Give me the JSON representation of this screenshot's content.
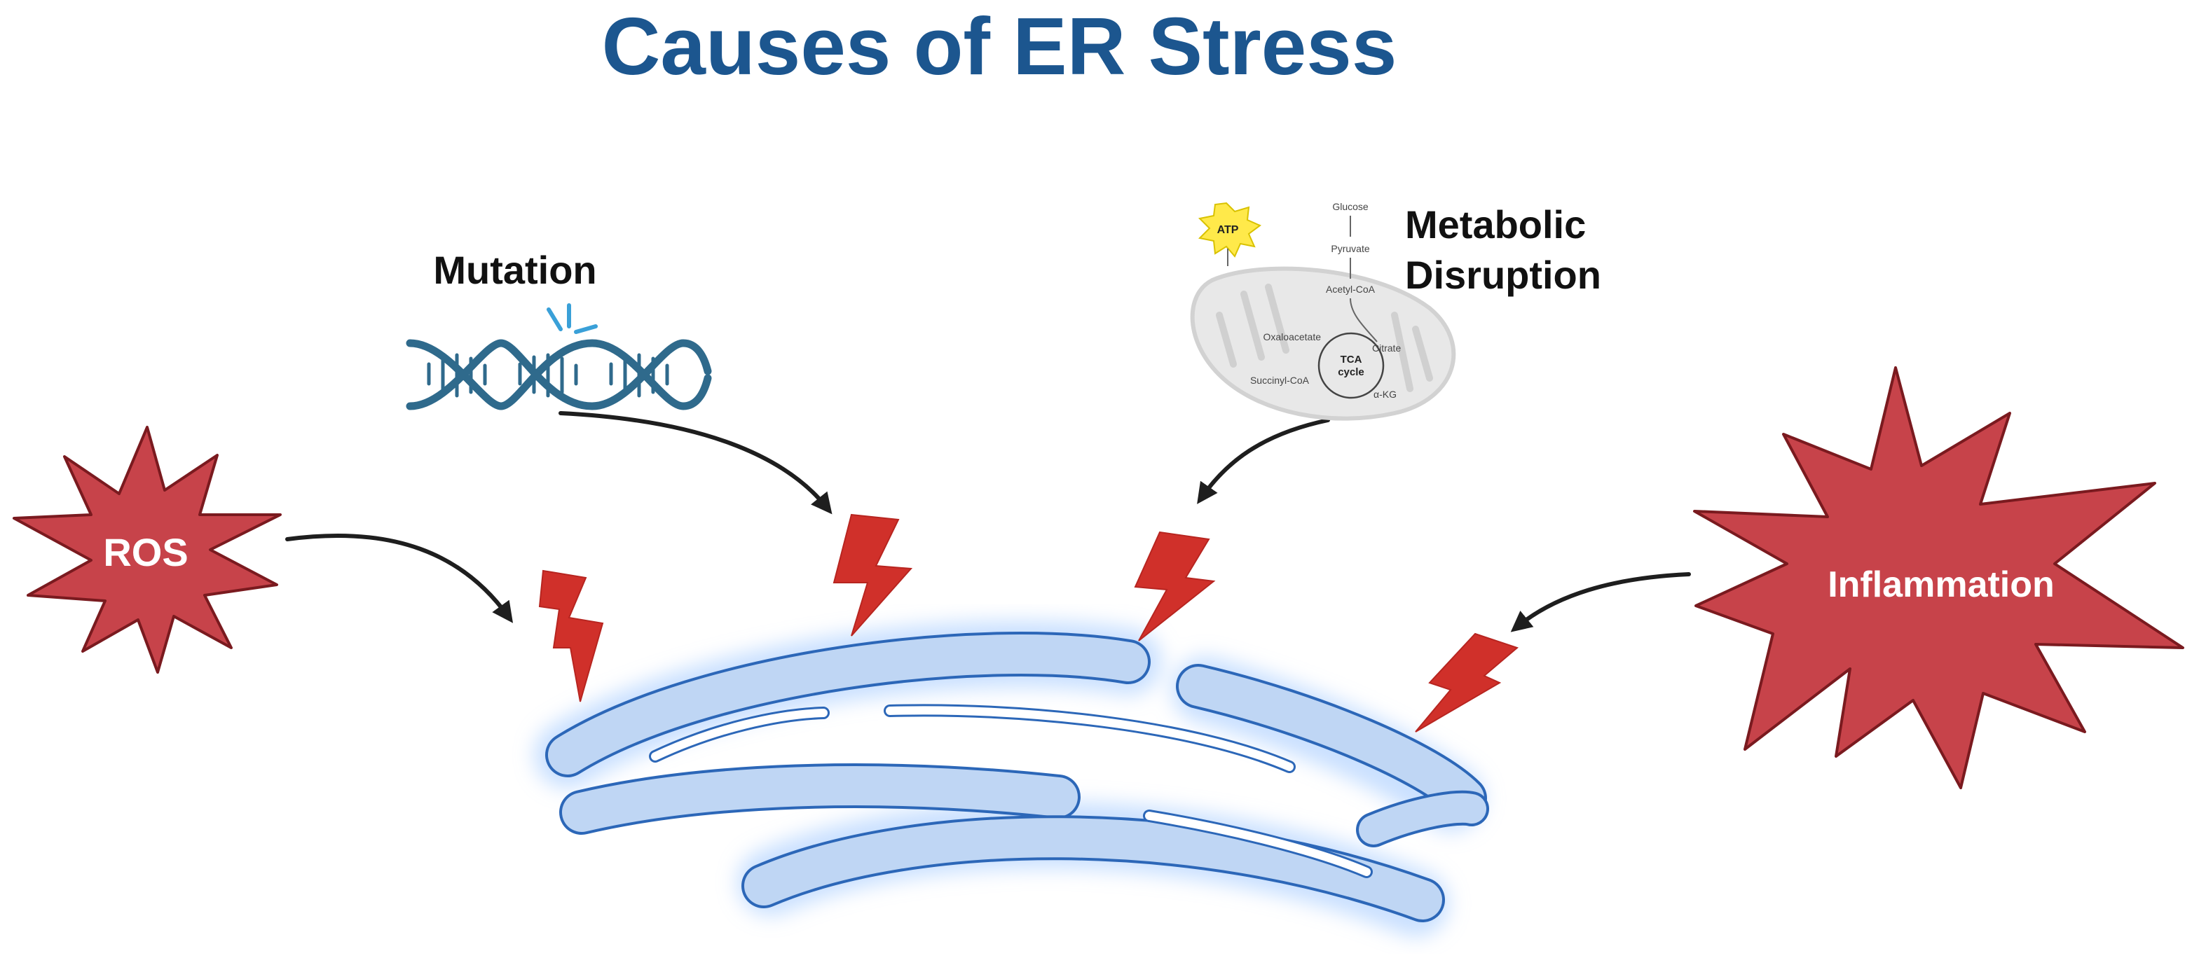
{
  "title": "Causes of ER Stress",
  "causes": {
    "ros": "ROS",
    "mutation": "Mutation",
    "metabolic_line1": "Metabolic",
    "metabolic_line2": "Disruption",
    "inflammation": "Inflammation"
  },
  "tca_inset": {
    "atp": "ATP",
    "glucose": "Glucose",
    "pyruvate": "Pyruvate",
    "acetyl_coa": "Acetyl-CoA",
    "oxaloacetate": "Oxaloacetate",
    "citrate": "Citrate",
    "tca_line1": "TCA",
    "tca_line2": "cycle",
    "succinyl_coa": "Succinyl-CoA",
    "akg": "α-KG"
  },
  "colors": {
    "title": "#1c568f",
    "burst_fill": "#c7434a",
    "bolt": "#d0302a",
    "er_membrane": "#2c67b8",
    "er_fill": "#bfd6f4",
    "dna": "#2f6a8c",
    "damage_spark": "#3aa0d8",
    "atp_star": "#ffe94a",
    "mitochondrion": "#e6e6e6"
  },
  "icons": {
    "stress_bolt": "lightning-bolt-icon",
    "dna": "dna-helix-icon",
    "mitochondrion": "mitochondrion-icon",
    "atp": "atp-starburst-icon",
    "burst": "starburst-icon",
    "organelle": "endoplasmic-reticulum-icon"
  }
}
